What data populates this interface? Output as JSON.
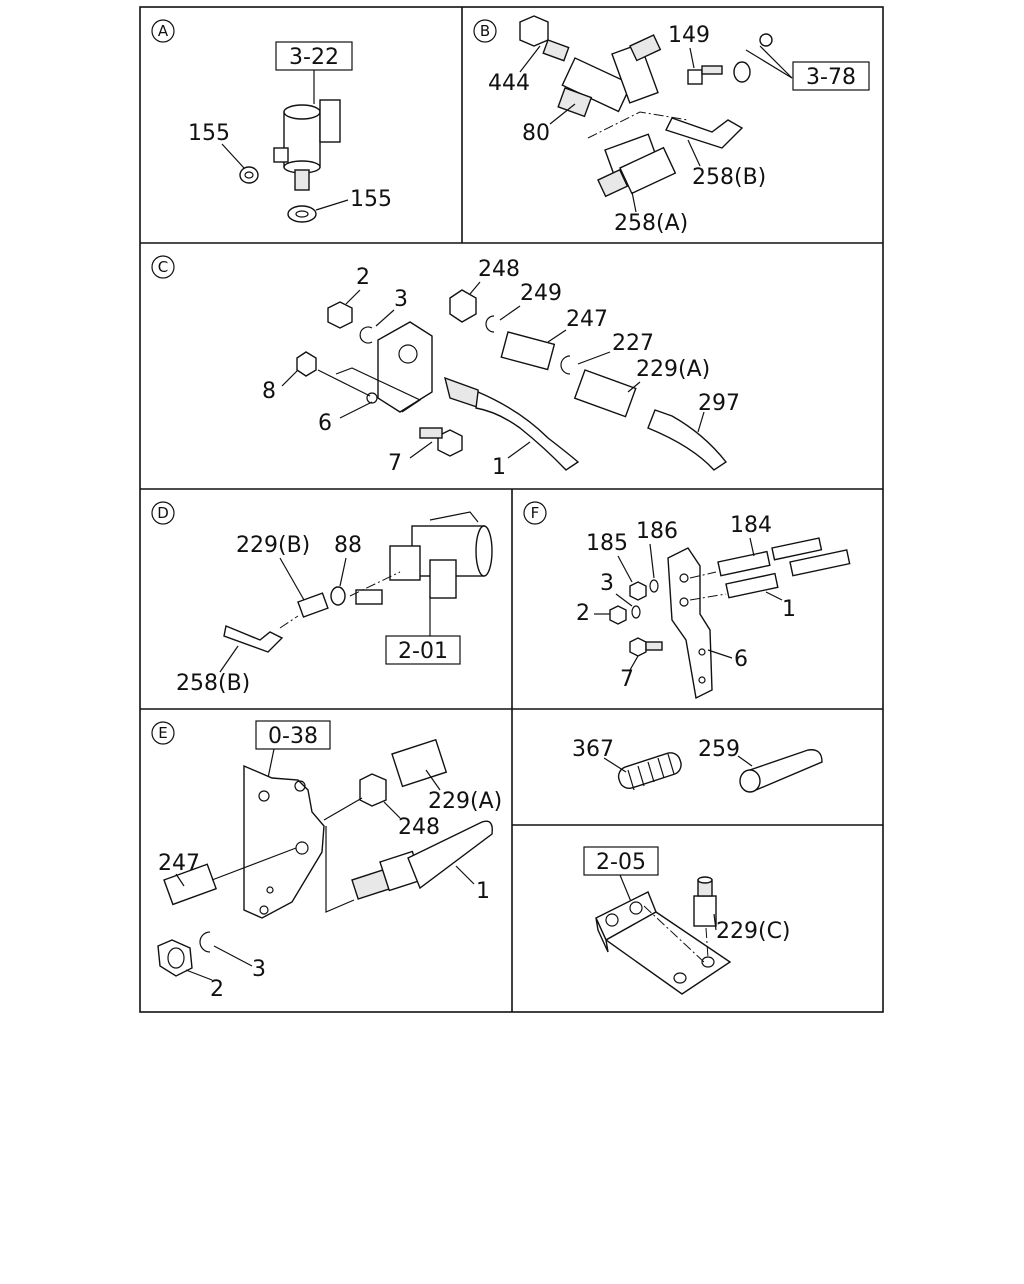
{
  "sections": {
    "A": {
      "letter": "A",
      "refs": [
        "3-22"
      ],
      "labels": [
        "155",
        "155"
      ]
    },
    "B": {
      "letter": "B",
      "refs": [
        "3-78"
      ],
      "labels": [
        "149",
        "444",
        "80",
        "258(B)",
        "258(A)"
      ]
    },
    "C": {
      "letter": "C",
      "refs": [],
      "labels": [
        "2",
        "3",
        "248",
        "249",
        "247",
        "227",
        "229(A)",
        "8",
        "6",
        "7",
        "1",
        "297"
      ]
    },
    "D": {
      "letter": "D",
      "refs": [
        "2-01"
      ],
      "labels": [
        "229(B)",
        "88",
        "258(B)"
      ]
    },
    "F": {
      "letter": "F",
      "refs": [],
      "labels": [
        "185",
        "186",
        "184",
        "3",
        "2",
        "1",
        "6",
        "7"
      ]
    },
    "E": {
      "letter": "E",
      "refs": [
        "0-38"
      ],
      "labels": [
        "247",
        "229(A)",
        "248",
        "1",
        "3",
        "2"
      ]
    },
    "G": {
      "letter": "",
      "refs": [],
      "labels": [
        "367",
        "259"
      ]
    },
    "H": {
      "letter": "",
      "refs": [
        "2-05"
      ],
      "labels": [
        "229(C)"
      ]
    }
  }
}
